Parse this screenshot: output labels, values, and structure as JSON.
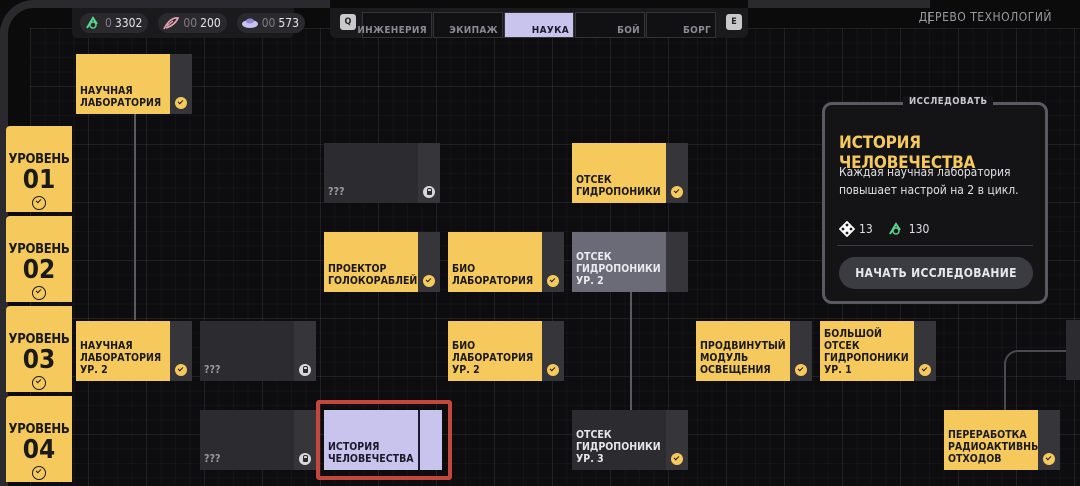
{
  "resources": [
    {
      "name": "research",
      "icon": "research-icon",
      "dim": "0",
      "value": "3302"
    },
    {
      "name": "feathers",
      "icon": "feather-icon",
      "dim": "00",
      "value": "200"
    },
    {
      "name": "ships",
      "icon": "ship-icon",
      "dim": "00",
      "value": "573"
    }
  ],
  "tabs": {
    "prev_key": "Q",
    "next_key": "E",
    "items": [
      {
        "label": "ИНЖЕНЕРИЯ",
        "active": false
      },
      {
        "label": "ЭКИПАЖ",
        "active": false
      },
      {
        "label": "НАУКА",
        "active": true
      },
      {
        "label": "БОЙ",
        "active": false
      },
      {
        "label": "БОРГ",
        "active": false
      }
    ]
  },
  "title": "ДЕРЕВО ТЕХНОЛОГИЙ",
  "levels": [
    {
      "label": "УРОВЕНЬ",
      "num": "01"
    },
    {
      "label": "УРОВЕНЬ",
      "num": "02"
    },
    {
      "label": "УРОВЕНЬ",
      "num": "03"
    },
    {
      "label": "УРОВЕНЬ",
      "num": "04"
    }
  ],
  "nodes": {
    "sci_lab": "НАУЧНАЯ ЛАБОРАТОРИЯ",
    "unknown_1": "???",
    "hydroponics": "ОТСЕК ГИДРОПОНИКИ",
    "holo_projector": "ПРОЕКТОР ГОЛОКОРАБЛЕЙ",
    "bio_lab": "БИО ЛАБОРАТОРИЯ",
    "hydroponics_2": "ОТСЕК ГИДРОПОНИКИ УР. 2",
    "sci_lab_2": "НАУЧНАЯ ЛАБОРАТОРИЯ УР. 2",
    "unknown_2": "???",
    "bio_lab_2": "БИО ЛАБОРАТОРИЯ УР. 2",
    "adv_lighting": "ПРОДВИНУТЫЙ МОДУЛЬ ОСВЕЩЕНИЯ",
    "big_hydroponics": "БОЛЬШОЙ ОТСЕК ГИДРОПОНИКИ УР. 1",
    "unknown_3": "???",
    "human_history": "ИСТОРИЯ ЧЕЛОВЕЧЕСТВА",
    "hydroponics_3": "ОТСЕК ГИДРОПОНИКИ УР. 3",
    "radioactive": "ПЕРЕРАБОТКА РАДИОАКТИВНЫХ ОТХОДОВ"
  },
  "panel": {
    "header": "ИССЛЕДОВАТЬ",
    "title": "ИСТОРИЯ ЧЕЛОВЕЧЕСТВА",
    "description": "Каждая научная лаборатория повышает настрой на 2 в цикл.",
    "cost_a": "13",
    "cost_b": "130",
    "button": "НАЧАТЬ ИССЛЕДОВАНИЕ"
  },
  "colors": {
    "accent": "#f6c95c",
    "selected": "#c8c4ee",
    "highlight": "#c4463c"
  }
}
